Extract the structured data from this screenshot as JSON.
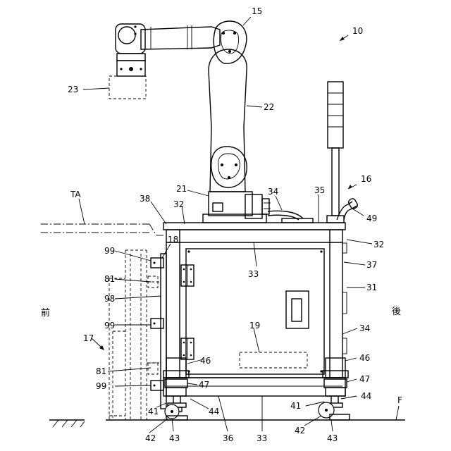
{
  "labels": {
    "l10": "10",
    "l15": "15",
    "l16": "16",
    "l17": "17",
    "l18": "18",
    "l19": "19",
    "l21": "21",
    "l22": "22",
    "l23": "23",
    "l31": "31",
    "l32a": "32",
    "l32b": "32",
    "l33a": "33",
    "l33b": "33",
    "l34a": "34",
    "l34b": "34",
    "l35": "35",
    "l36": "36",
    "l37": "37",
    "l38": "38",
    "l41a": "41",
    "l41b": "41",
    "l42a": "42",
    "l42b": "42",
    "l43a": "43",
    "l43b": "43",
    "l44a": "44",
    "l44b": "44",
    "l46a": "46",
    "l46b": "46",
    "l47a": "47",
    "l47b": "47",
    "l49": "49",
    "l81a": "81",
    "l81b": "81",
    "l98": "98",
    "l99a": "99",
    "l99b": "99",
    "l99c": "99",
    "lTA": "TA",
    "lF": "F",
    "front": "前",
    "rear": "後"
  }
}
